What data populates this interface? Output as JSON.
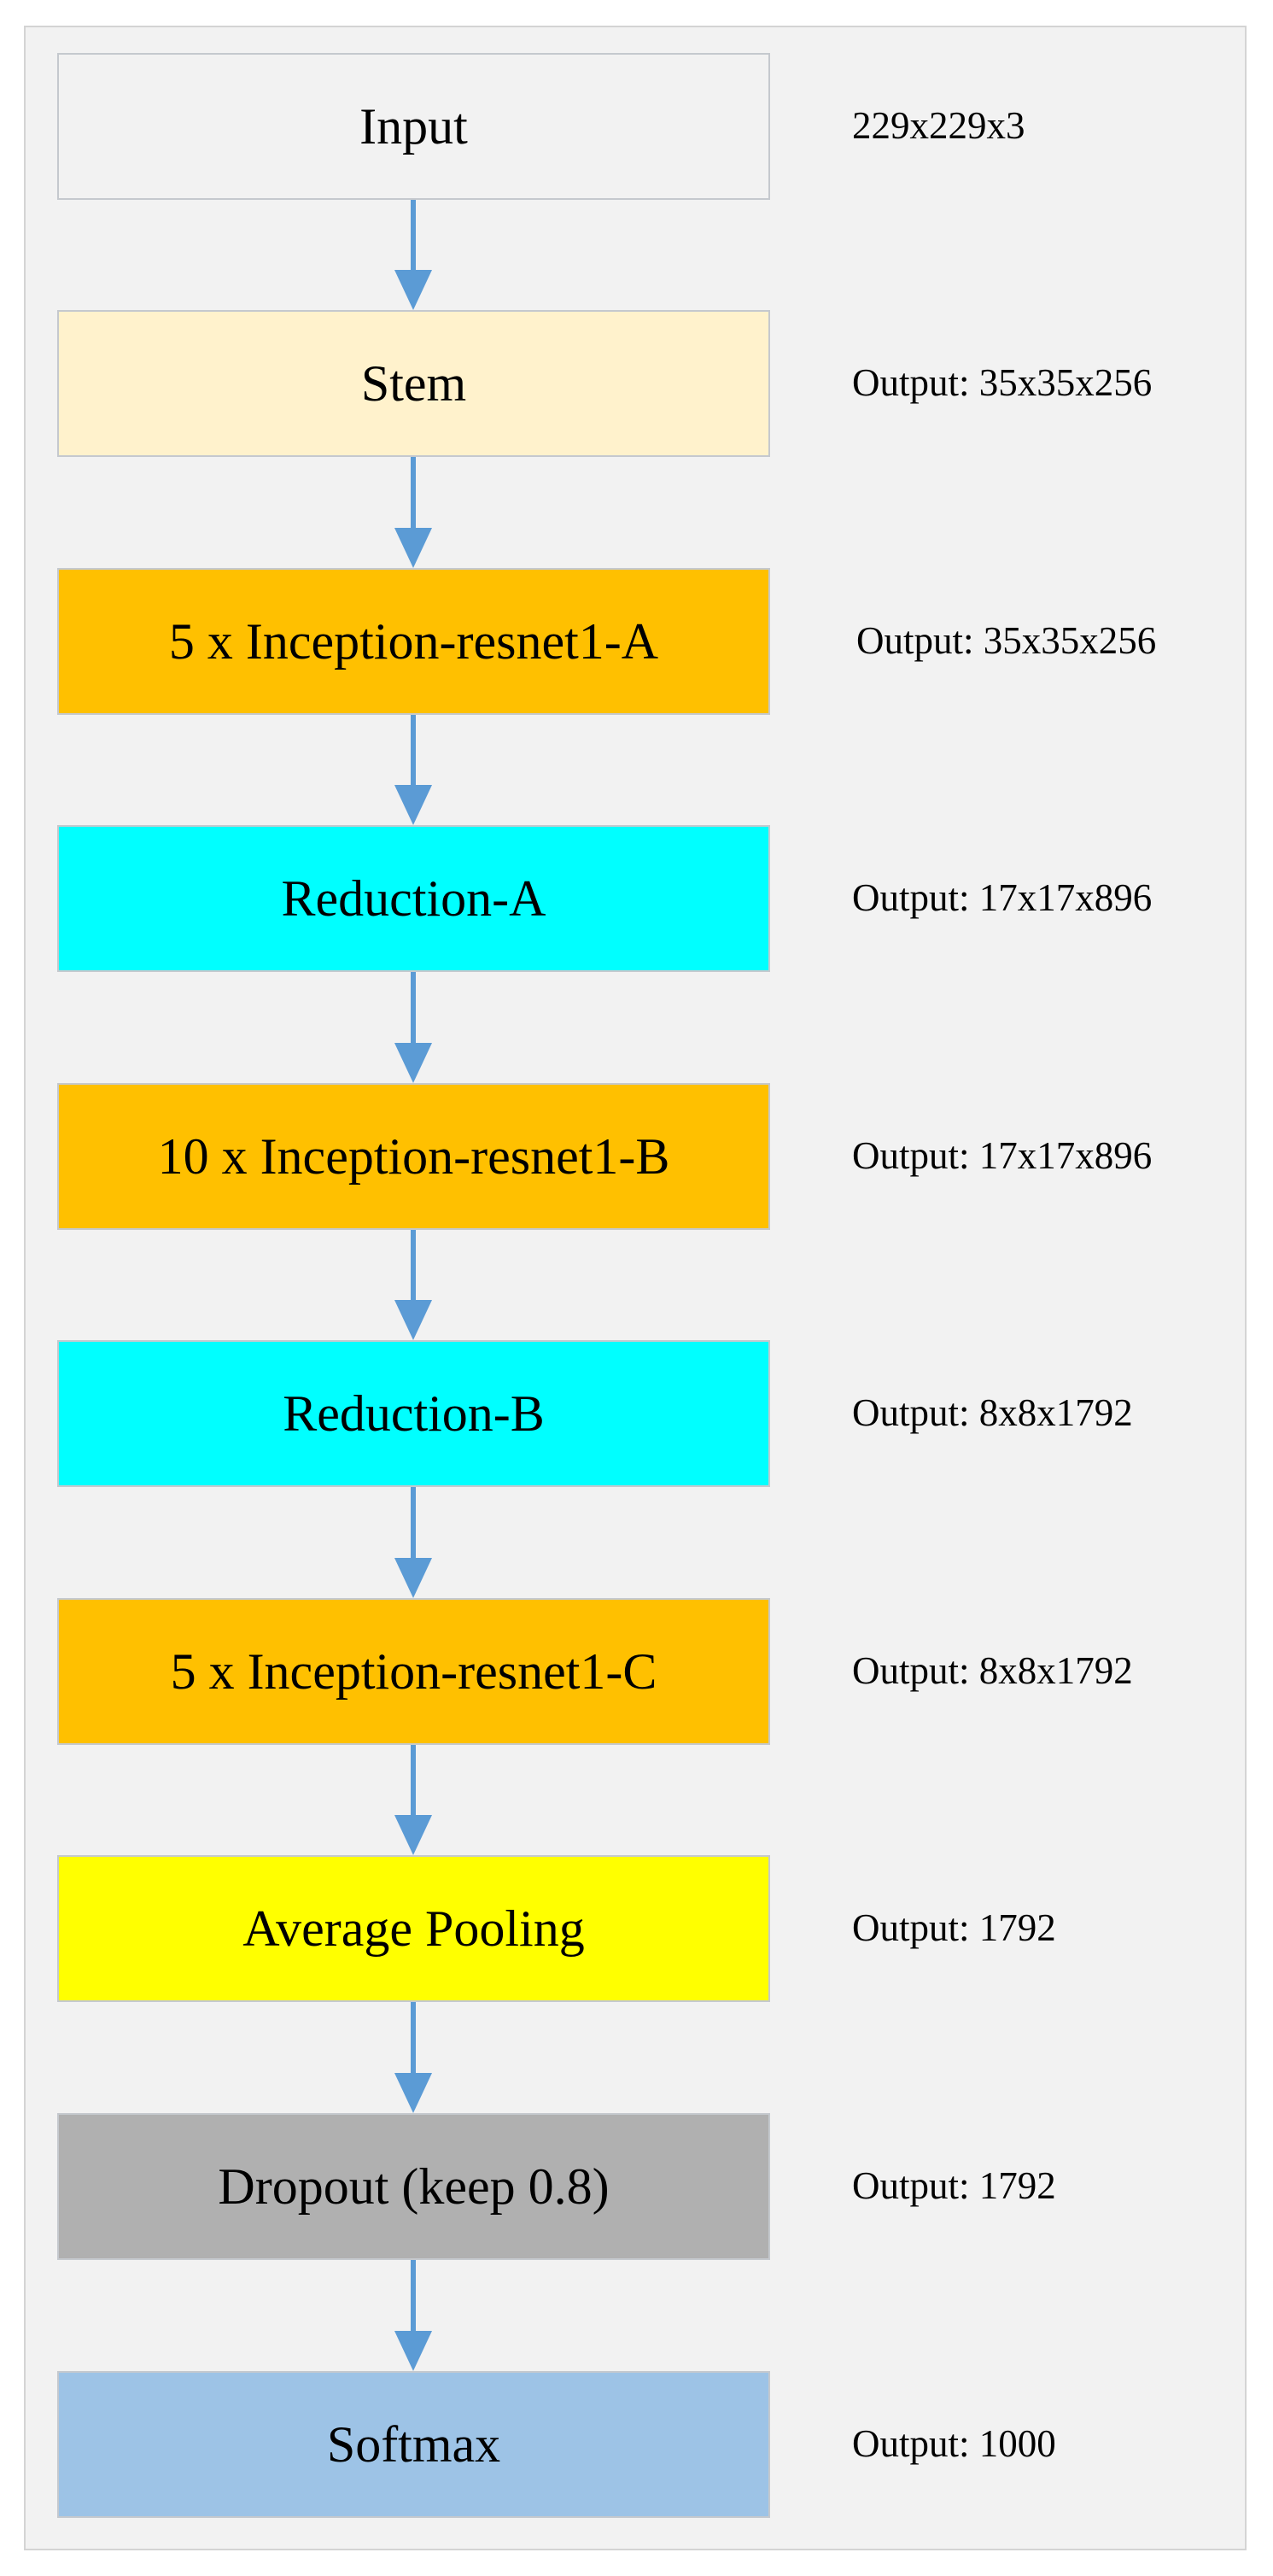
{
  "diagram": {
    "colors": {
      "frame_bg": "#f2f2f2",
      "arrow": "#5b9bd5",
      "block_border": "#c5c9ce"
    },
    "blocks": [
      {
        "label": "Input",
        "output": "229x229x3",
        "fill": "#f2f2f2"
      },
      {
        "label": "Stem",
        "output": "Output: 35x35x256",
        "fill": "#fff2cc"
      },
      {
        "label": "5 x Inception-resnet1-A",
        "output": "Output: 35x35x256",
        "fill": "#ffc000"
      },
      {
        "label": "Reduction-A",
        "output": "Output: 17x17x896",
        "fill": "#00ffff"
      },
      {
        "label": "10 x Inception-resnet1-B",
        "output": "Output: 17x17x896",
        "fill": "#ffc000"
      },
      {
        "label": "Reduction-B",
        "output": "Output: 8x8x1792",
        "fill": "#00ffff"
      },
      {
        "label": "5 x Inception-resnet1-C",
        "output": "Output: 8x8x1792",
        "fill": "#ffc000"
      },
      {
        "label": "Average Pooling",
        "output": "Output: 1792",
        "fill": "#ffff00"
      },
      {
        "label": "Dropout (keep 0.8)",
        "output": "Output: 1792",
        "fill": "#b0b0b0"
      },
      {
        "label": "Softmax",
        "output": "Output: 1000",
        "fill": "#9dc3e6"
      }
    ]
  }
}
